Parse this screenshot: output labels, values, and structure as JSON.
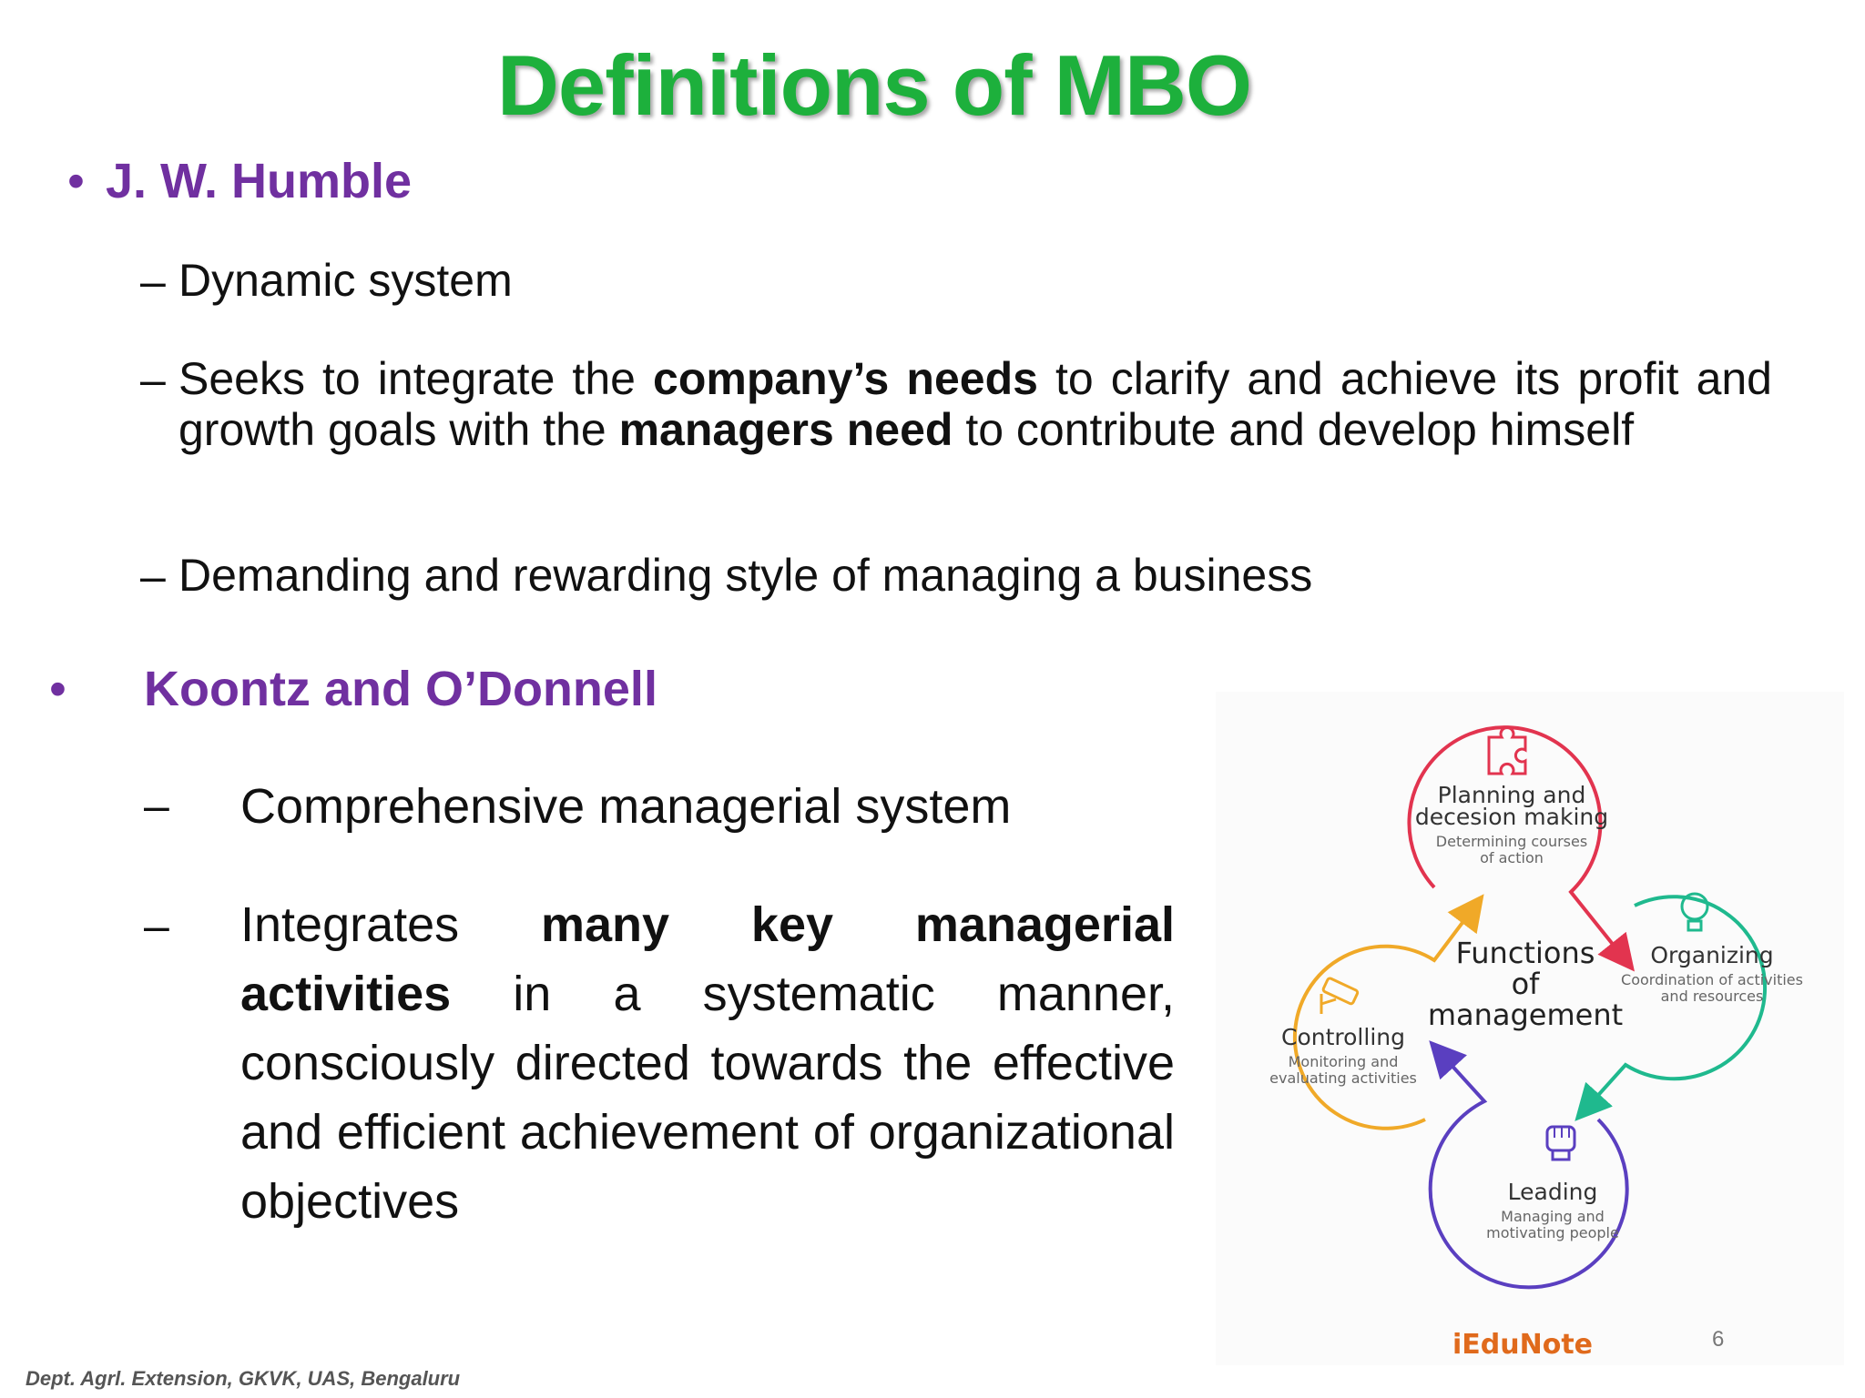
{
  "slide": {
    "title": "Definitions of MBO",
    "page_number": "6",
    "footer": "Dept. Agrl. Extension, GKVK, UAS, Bengaluru"
  },
  "section1": {
    "bullet": "•",
    "author": "J. W. Humble",
    "dash": "–",
    "item1": "Dynamic system",
    "item2": {
      "part1": "Seeks to integrate the ",
      "bold1": "company’s needs",
      "part2": " to clarify and achieve its profit and growth goals with the ",
      "bold2": "managers need",
      "part3": " to contribute and develop himself"
    },
    "item3": "Demanding and rewarding style of managing a business"
  },
  "section2": {
    "bullet": "•",
    "author": "Koontz and O’Donnell",
    "dash": "–",
    "item1": "Comprehensive managerial system",
    "item2": {
      "part1": "Integrates ",
      "bold1": "many key managerial activities",
      "part2": " in a systematic manner, consciously directed towards the effective and efficient achievement of organizational objectives"
    }
  },
  "figure": {
    "center_line1": "Functions",
    "center_line2": "of",
    "center_line3": "management",
    "brand": "iEduNote",
    "planning": {
      "title_line1": "Planning and",
      "title_line2": "decesion making",
      "sub_line1": "Determining courses",
      "sub_line2": "of action",
      "color": "#e2344f"
    },
    "organizing": {
      "title": "Organizing",
      "sub_line1": "Coordination of activities",
      "sub_line2": "and resources",
      "color": "#1fb98e"
    },
    "leading": {
      "title": "Leading",
      "sub_line1": "Managing and",
      "sub_line2": "motivating people",
      "color": "#5a3fc0"
    },
    "controlling": {
      "title": "Controlling",
      "sub_line1": "Monitoring and",
      "sub_line2": "evaluating activities",
      "color": "#f0a928"
    }
  },
  "colors": {
    "title": "#1db03c",
    "author": "#7030a0"
  }
}
